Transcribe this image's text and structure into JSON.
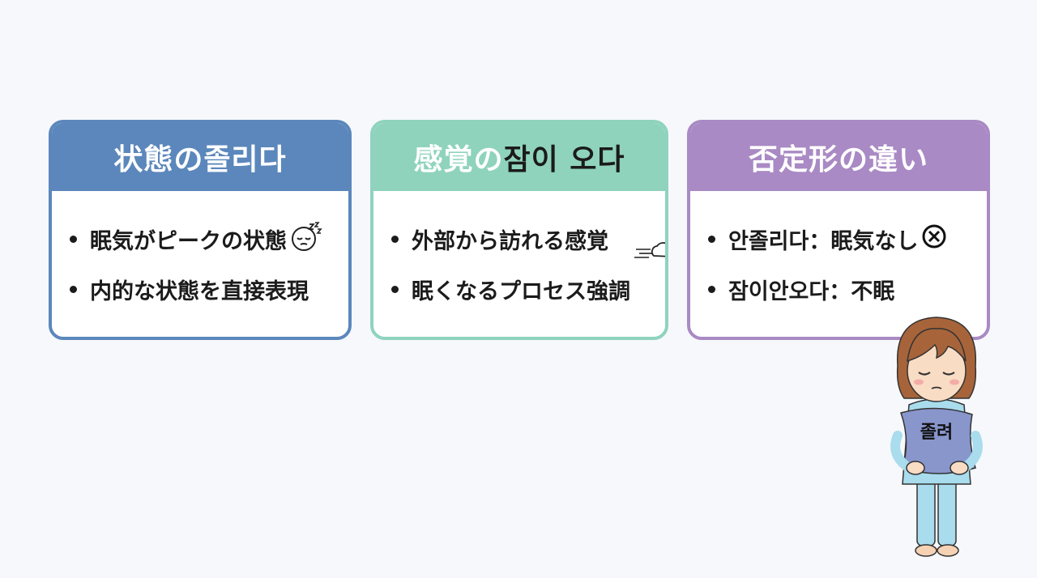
{
  "colors": {
    "card1": "#5b87bc",
    "card2": "#8fd3bd",
    "card3": "#a98ac4"
  },
  "cards": [
    {
      "title": "状態の졸리다",
      "items": [
        {
          "text": "眠気がピークの状態",
          "icon": "sleepy-face-icon"
        },
        {
          "text": "内的な状態を直接表現"
        }
      ]
    },
    {
      "title_main": "感覚の",
      "title_highlight": "잠이 오다",
      "items": [
        {
          "text": "外部から訪れる感覚",
          "icon": "breeze-cloud-icon"
        },
        {
          "text": "眠くなるプロセス強調"
        }
      ]
    },
    {
      "title": "否定形の違い",
      "items": [
        {
          "text": "안졸리다：眠気なし",
          "icon": "circle-x-icon"
        },
        {
          "text": "잠이안오다：不眠"
        }
      ]
    }
  ],
  "illustration": {
    "pillow_label": "졸려"
  }
}
